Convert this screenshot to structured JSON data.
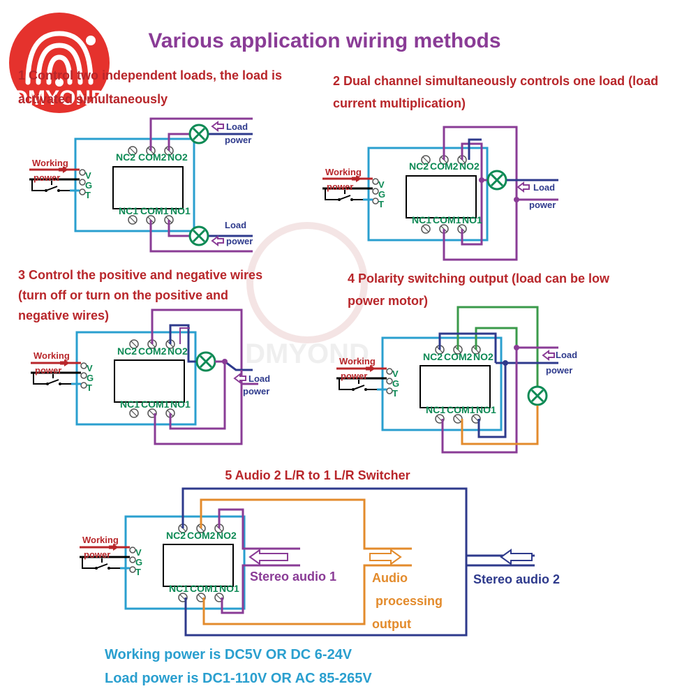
{
  "brand": {
    "logo_text": "DMYOND",
    "watermark_text": "DMYOND"
  },
  "title": "Various application wiring methods",
  "terminal_labels": {
    "nc2": "NC2",
    "com2": "COM2",
    "no2": "NO2",
    "nc1": "NC1",
    "com1": "COM1",
    "no1": "NO1"
  },
  "pin_labels": {
    "v": "V",
    "g": "G",
    "t": "T"
  },
  "working_label": "Working",
  "power_label": "power",
  "load_label": "Load",
  "sections": {
    "s1": {
      "lines": [
        "1 Control two independent loads, the load is",
        "activated simultaneously"
      ]
    },
    "s2": {
      "lines": [
        "2 Dual channel simultaneously controls one load (load",
        "current multiplication)"
      ]
    },
    "s3": {
      "lines": [
        "3 Control the positive and negative wires",
        "(turn off or turn on the positive and",
        "negative wires)"
      ]
    },
    "s4": {
      "lines": [
        "4 Polarity switching output (load can be low",
        "power motor)"
      ]
    },
    "s5": {
      "title": "5 Audio 2 L/R to 1 L/R Switcher",
      "stereo1": "Stereo audio 1",
      "audio_lines": [
        "Audio",
        "processing",
        "output"
      ],
      "stereo2": "Stereo audio 2"
    }
  },
  "footer": {
    "line1": "Working power is DC5V OR DC 6-24V",
    "line2": "Load power is DC1-110V OR AC 85-265V"
  },
  "colors": {
    "title": "#8a3c96",
    "section_text": "#b8262a",
    "terminal_text": "#0d8a55",
    "board_border": "#2a9fcf",
    "wire_purple": "#8a3c96",
    "wire_navy": "#2e3a8c",
    "wire_orange": "#e38b2c",
    "wire_green": "#3a9a4a",
    "wire_red": "#b8262a",
    "footer": "#2a9fcf",
    "lamp": "#0d8a55"
  }
}
